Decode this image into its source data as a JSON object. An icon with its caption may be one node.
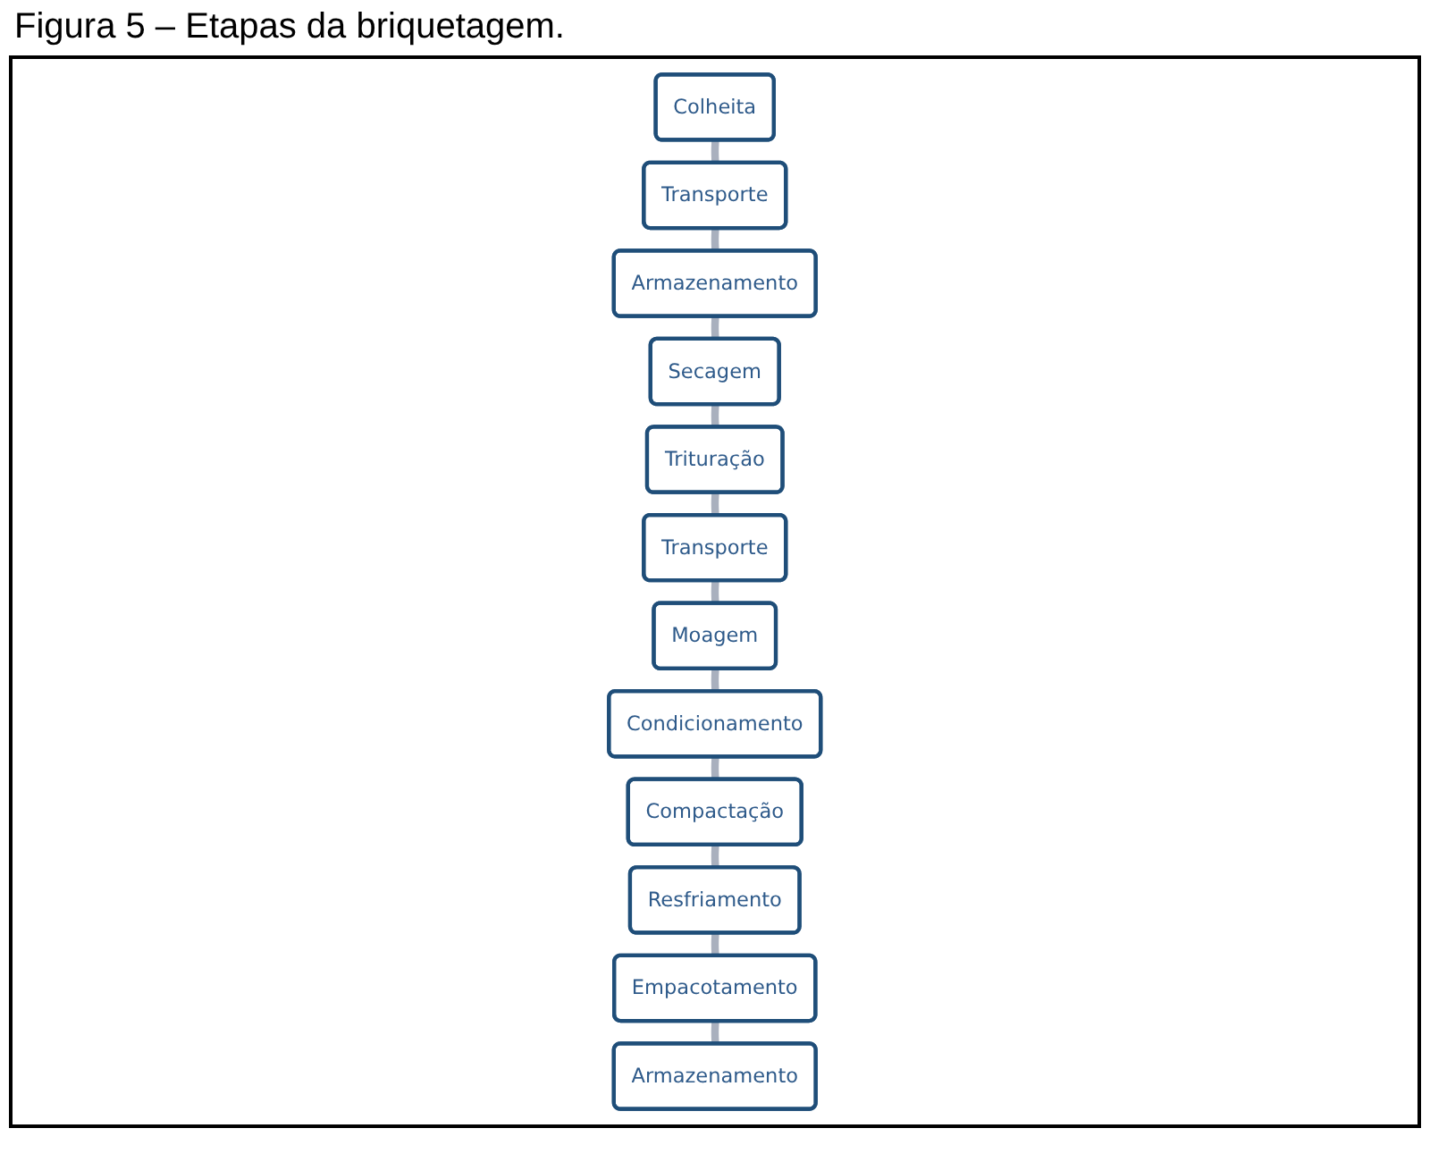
{
  "diagram": {
    "title": "Figura 5 – Etapas da briquetagem.",
    "nodes": [
      {
        "text": [
          "Colheita"
        ]
      },
      {
        "text": [
          "Transporte"
        ]
      },
      {
        "text": [
          "Armazenamento"
        ]
      },
      {
        "text": [
          "Secagem"
        ]
      },
      {
        "text": [
          "Trituração"
        ]
      },
      {
        "text": [
          "Transporte"
        ]
      },
      {
        "text": [
          "Moagem"
        ]
      },
      {
        "text": [
          "Condicionamento"
        ]
      },
      {
        "text": [
          "Compactação"
        ]
      },
      {
        "text": [
          "Resfriamento"
        ]
      },
      {
        "text": [
          "Empacotamento"
        ]
      },
      {
        "text": [
          "Armazenamento"
        ]
      }
    ],
    "edges": [
      {
        "from": 0,
        "to": 1,
        "arrow": "none"
      },
      {
        "from": 1,
        "to": 2,
        "arrow": "none"
      },
      {
        "from": 2,
        "to": 3,
        "arrow": "none"
      },
      {
        "from": 3,
        "to": 4,
        "arrow": "none"
      },
      {
        "from": 4,
        "to": 5,
        "arrow": "none"
      },
      {
        "from": 5,
        "to": 6,
        "arrow": "none"
      },
      {
        "from": 6,
        "to": 7,
        "arrow": "none"
      },
      {
        "from": 7,
        "to": 8,
        "arrow": "none"
      },
      {
        "from": 8,
        "to": 9,
        "arrow": "none"
      },
      {
        "from": 9,
        "to": 10,
        "arrow": "none"
      },
      {
        "from": 10,
        "to": 11,
        "arrow": "none"
      }
    ]
  }
}
